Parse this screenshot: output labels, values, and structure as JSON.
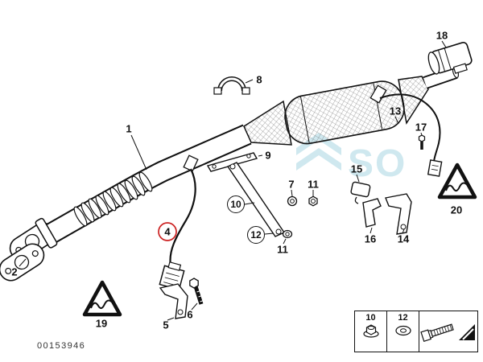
{
  "page": {
    "part_number": "00153946",
    "watermark_text": "SO",
    "background": "#ffffff"
  },
  "colors": {
    "line": "#111111",
    "highlight_red": "#cc2222",
    "watermark_teal": "#a9d6e3"
  },
  "callouts": [
    {
      "id": "1",
      "text": "1",
      "style": "plain"
    },
    {
      "id": "2",
      "text": "2",
      "style": "plain"
    },
    {
      "id": "4",
      "text": "4",
      "style": "red-circle"
    },
    {
      "id": "5",
      "text": "5",
      "style": "plain"
    },
    {
      "id": "6",
      "text": "6",
      "style": "plain"
    },
    {
      "id": "7",
      "text": "7",
      "style": "plain"
    },
    {
      "id": "8",
      "text": "8",
      "style": "plain"
    },
    {
      "id": "9",
      "text": "9",
      "style": "plain"
    },
    {
      "id": "10",
      "text": "10",
      "style": "circle"
    },
    {
      "id": "11a",
      "text": "11",
      "style": "plain"
    },
    {
      "id": "11b",
      "text": "11",
      "style": "plain"
    },
    {
      "id": "12",
      "text": "12",
      "style": "circle"
    },
    {
      "id": "13",
      "text": "13",
      "style": "plain"
    },
    {
      "id": "14",
      "text": "14",
      "style": "plain"
    },
    {
      "id": "15",
      "text": "15",
      "style": "plain"
    },
    {
      "id": "16",
      "text": "16",
      "style": "plain"
    },
    {
      "id": "17",
      "text": "17",
      "style": "plain"
    },
    {
      "id": "18",
      "text": "18",
      "style": "plain"
    },
    {
      "id": "19",
      "text": "19",
      "style": "plain"
    },
    {
      "id": "20",
      "text": "20",
      "style": "plain"
    }
  ],
  "legend": {
    "items": [
      {
        "label": "10",
        "icon": "flange-nut-icon"
      },
      {
        "label": "12",
        "icon": "washer-icon"
      }
    ],
    "bolt_icon": "hex-bolt-icon",
    "arrow_icon": "direction-arrow-icon"
  }
}
